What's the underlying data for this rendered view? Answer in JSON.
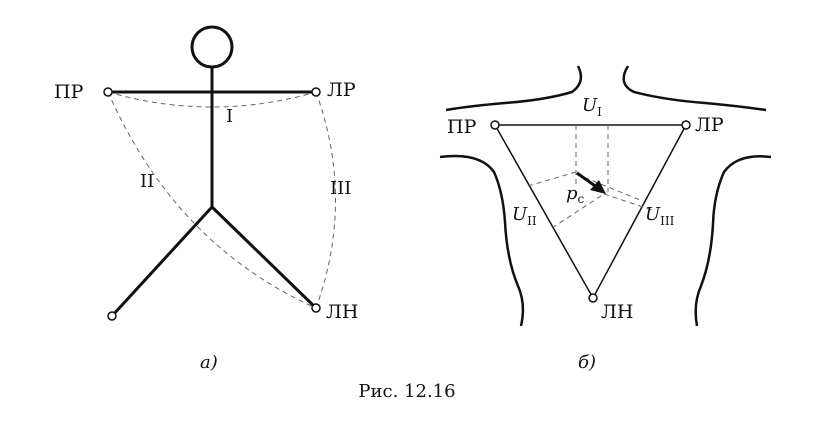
{
  "figure": {
    "caption": "Рис. 12.16",
    "panel_a": {
      "sublabel": "а)",
      "leads": {
        "pr": "ПР",
        "lr": "ЛР",
        "ln": "ЛН"
      },
      "roman": {
        "i": "I",
        "ii": "II",
        "iii": "III"
      }
    },
    "panel_b": {
      "sublabel": "б)",
      "leads": {
        "pr": "ПР",
        "lr": "ЛР",
        "ln": "ЛН"
      },
      "voltages": {
        "u1": {
          "main": "U",
          "sub": "I"
        },
        "u2": {
          "main": "U",
          "sub": "II"
        },
        "u3": {
          "main": "U",
          "sub": "III"
        }
      },
      "vector": {
        "main": "p",
        "sub": "c"
      }
    }
  }
}
